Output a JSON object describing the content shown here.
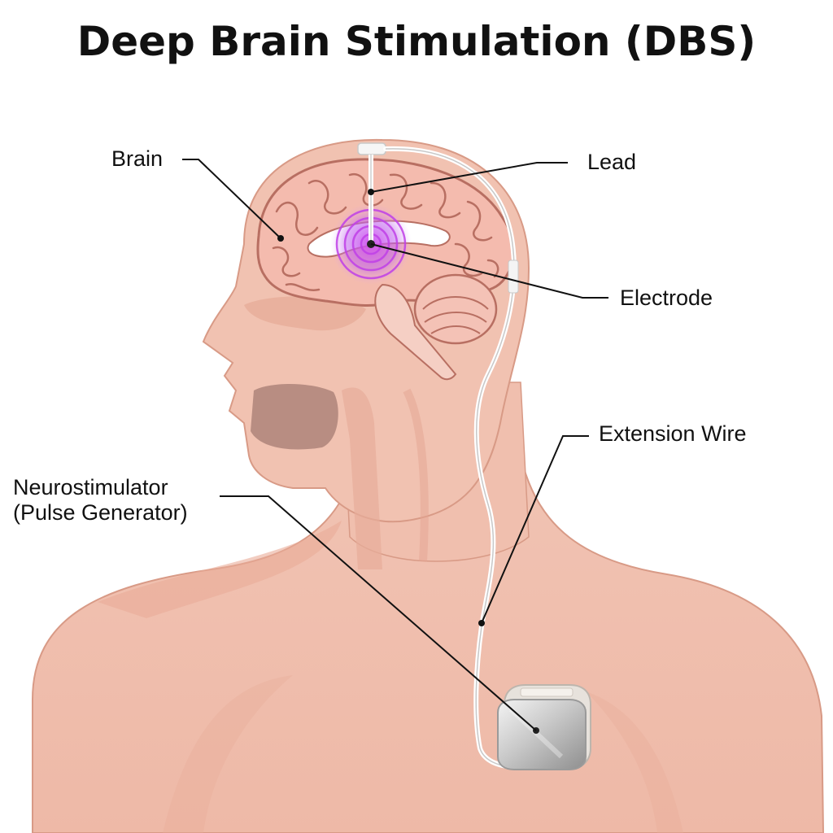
{
  "title": "Deep Brain Stimulation (DBS)",
  "labels": {
    "brain": "Brain",
    "lead": "Lead",
    "electrode": "Electrode",
    "extension_wire": "Extension Wire",
    "neurostimulator_line1": "Neurostimulator",
    "neurostimulator_line2": "(Pulse Generator)"
  },
  "colors": {
    "skin": "#f2c2b0",
    "skin_shadow": "#e8a995",
    "brain": "#f4bcb0",
    "brain_outline": "#b86f62",
    "stimulation": "#b44fe0",
    "device": "#d8d8d8",
    "leader_line": "#111111"
  }
}
